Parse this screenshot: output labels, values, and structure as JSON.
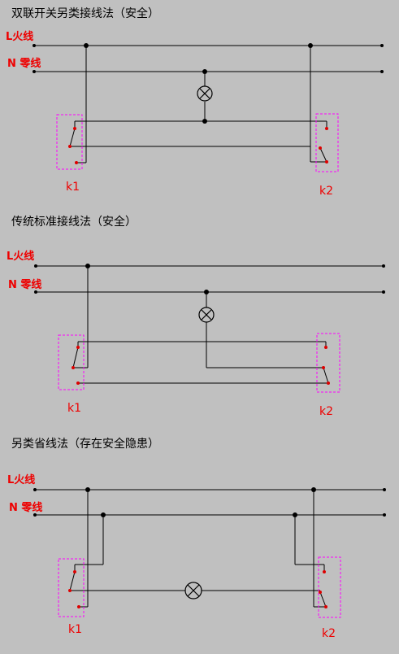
{
  "colors": {
    "background": "#c0c0c0",
    "wire": "#000000",
    "label_red": "#ee0000",
    "dashed_box": "#ff00ff",
    "contact": "#dd0000"
  },
  "sections": [
    {
      "title": "双联开关另类接线法（安全）",
      "line_label": "L火线",
      "neutral_label": "N 零线",
      "switch1": "k1",
      "switch2": "k2"
    },
    {
      "title": "传统标准接线法（安全）",
      "line_label": "L火线",
      "neutral_label": "N 零线",
      "switch1": "k1",
      "switch2": "k2"
    },
    {
      "title": "另类省线法（存在安全隐患）",
      "line_label": "L火线",
      "neutral_label": "N 零线",
      "switch1": "k1",
      "switch2": "k2"
    }
  ]
}
